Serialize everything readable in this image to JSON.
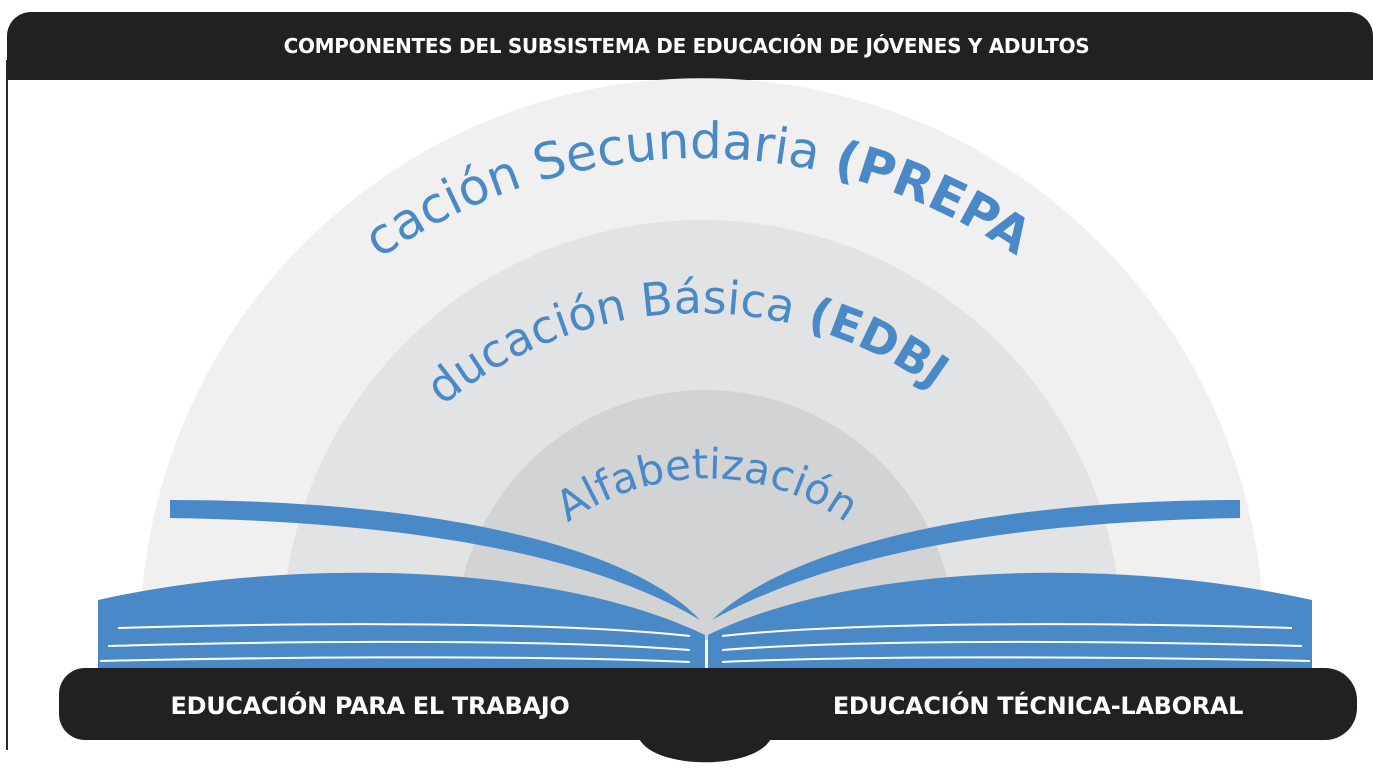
{
  "header": {
    "title": "COMPONENTES DEL SUBSISTEMA DE EDUCACIÓN DE JÓVENES Y ADULTOS"
  },
  "arcs": {
    "outer": {
      "text": "Educación Secundaria ",
      "bold": "(PREPARA)"
    },
    "middle": {
      "text": "Educación Básica ",
      "bold": "(EDBJA)"
    },
    "inner": {
      "text": "Alfabetización"
    }
  },
  "base": {
    "left_label": "EDUCACIÓN PARA EL TRABAJO",
    "right_label": "EDUCACIÓN TÉCNICA-LABORAL"
  },
  "colors": {
    "header_bg": "#222020",
    "book_blue": "#4a89c8",
    "text_blue": "#4a89c8",
    "ring_outer": "#f0f0f1",
    "ring_middle": "#e2e3e4",
    "ring_inner": "#d2d3d5",
    "base_bg": "#222020"
  }
}
